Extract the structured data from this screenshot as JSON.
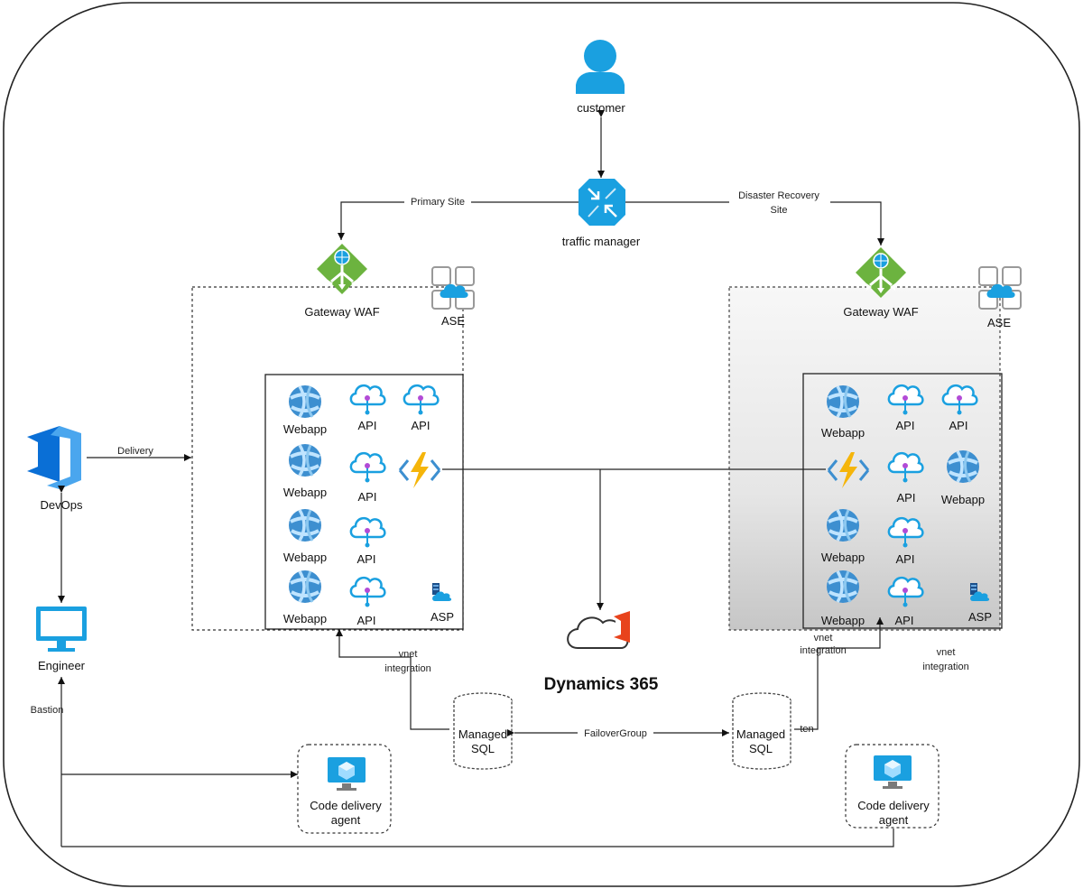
{
  "nodes": {
    "customer": "customer",
    "traffic_manager": "traffic manager",
    "primary_site": "Primary Site",
    "dr_site_line1": "Disaster Recovery",
    "dr_site_line2": "Site",
    "gateway_waf": "Gateway WAF",
    "ase": "ASE",
    "webapp": "Webapp",
    "api": "API",
    "asp": "ASP",
    "devops": "DevOps",
    "delivery": "Delivery",
    "engineer": "Engineer",
    "bastion": "Bastion",
    "vnet_line1": "vnet",
    "vnet_line2": "integration",
    "managed_sql_line1": "Managed",
    "managed_sql_line2": "SQL",
    "failover_group": "FailoverGroup",
    "dynamics": "Dynamics 365",
    "code_agent_line1": "Code delivery",
    "code_agent_line2": "agent",
    "listen_fragment": "ten"
  },
  "colors": {
    "azure_blue": "#1aa0e0",
    "webapp_blue": "#3d8fd0",
    "waf_green": "#6cb33f",
    "function_yellow": "#f5b50a",
    "office_red": "#e8431c",
    "devops_blue": "#0a6fd6"
  },
  "icons": [
    "person-icon",
    "traffic-manager-icon",
    "gateway-waf-icon",
    "ase-icon",
    "webapp-icon",
    "api-icon",
    "function-icon",
    "asp-icon",
    "devops-icon",
    "monitor-icon",
    "database-icon",
    "office-cloud-icon",
    "vm-icon"
  ]
}
